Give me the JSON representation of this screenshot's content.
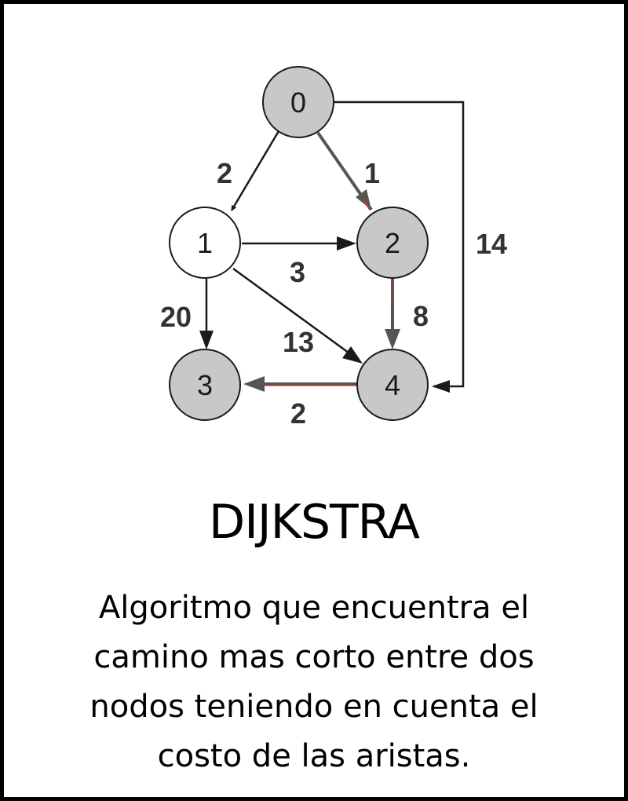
{
  "diagram": {
    "nodes": [
      {
        "id": "0",
        "label": "0",
        "visited": true
      },
      {
        "id": "1",
        "label": "1",
        "visited": false
      },
      {
        "id": "2",
        "label": "2",
        "visited": true
      },
      {
        "id": "3",
        "label": "3",
        "visited": true
      },
      {
        "id": "4",
        "label": "4",
        "visited": true
      }
    ],
    "edges": [
      {
        "from": "0",
        "to": "1",
        "weight": "2",
        "shortest_path": false
      },
      {
        "from": "0",
        "to": "2",
        "weight": "1",
        "shortest_path": true
      },
      {
        "from": "0",
        "to": "4",
        "weight": "14",
        "shortest_path": false
      },
      {
        "from": "1",
        "to": "2",
        "weight": "3",
        "shortest_path": false
      },
      {
        "from": "1",
        "to": "3",
        "weight": "20",
        "shortest_path": false
      },
      {
        "from": "1",
        "to": "4",
        "weight": "13",
        "shortest_path": false
      },
      {
        "from": "2",
        "to": "4",
        "weight": "8",
        "shortest_path": true
      },
      {
        "from": "4",
        "to": "3",
        "weight": "2",
        "shortest_path": true
      }
    ],
    "colors": {
      "visited_fill": "#c8c8c8",
      "unvisited_fill": "#ffffff",
      "edge": "#1a1a1a",
      "path_edge": "#555555",
      "path_accent": "#c0392b"
    }
  },
  "title": "DIJKSTRA",
  "description": "Algoritmo que encuentra el camino mas corto entre dos nodos teniendo en cuenta el costo de las aristas."
}
